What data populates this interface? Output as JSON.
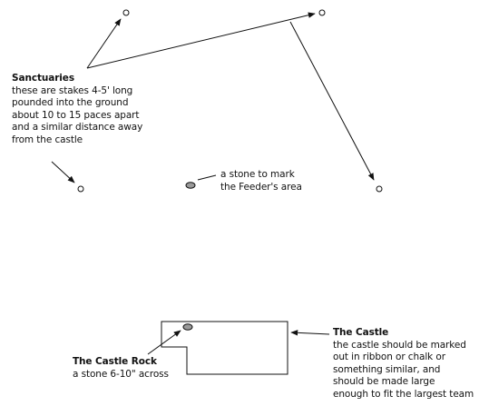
{
  "sanctuaries": {
    "title": "Sanctuaries",
    "lines": [
      "these are stakes 4-5' long",
      "pounded into the ground",
      "about 10 to 15 paces apart",
      "and a similar distance away",
      "from the castle"
    ]
  },
  "feeder_stone": {
    "lines": [
      "a stone to mark",
      "the Feeder's area"
    ]
  },
  "castle": {
    "title": "The Castle",
    "lines": [
      "the castle should be marked",
      "out in ribbon or chalk or",
      "something similar, and",
      "should be made large",
      "enough to fit the largest team"
    ]
  },
  "castle_rock": {
    "title": "The Castle Rock",
    "lines": [
      "a stone 6-10\" across"
    ]
  },
  "colors": {
    "ink": "#111111",
    "stone_fill": "#9a9a9a",
    "background": "#ffffff"
  }
}
